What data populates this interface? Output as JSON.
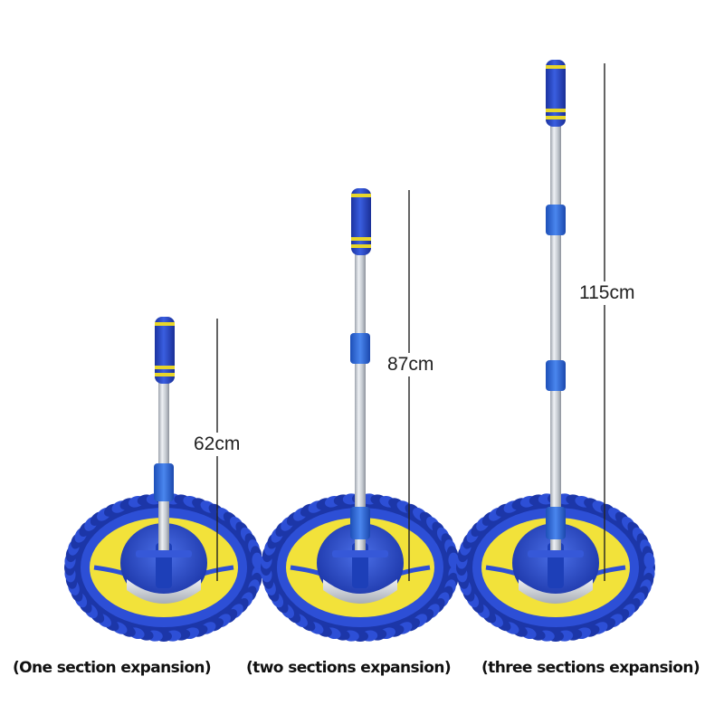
{
  "products": [
    {
      "length_label": "62cm",
      "caption": "(One section expansion)",
      "sections": 1
    },
    {
      "length_label": "87cm",
      "caption": "(two sections expansion)",
      "sections": 2
    },
    {
      "length_label": "115cm",
      "caption": "(three sections expansion)",
      "sections": 3
    }
  ],
  "colors": {
    "chenille_blue": "#2d4fd6",
    "chenille_blue_dark": "#1c36a8",
    "pad_yellow": "#f2e23a",
    "handle_blue": "#2547c9",
    "handle_stripe": "#e8d62a",
    "pole_silver": "#c9ced6",
    "connector_blue": "#2a66d8",
    "line": "#222222"
  }
}
